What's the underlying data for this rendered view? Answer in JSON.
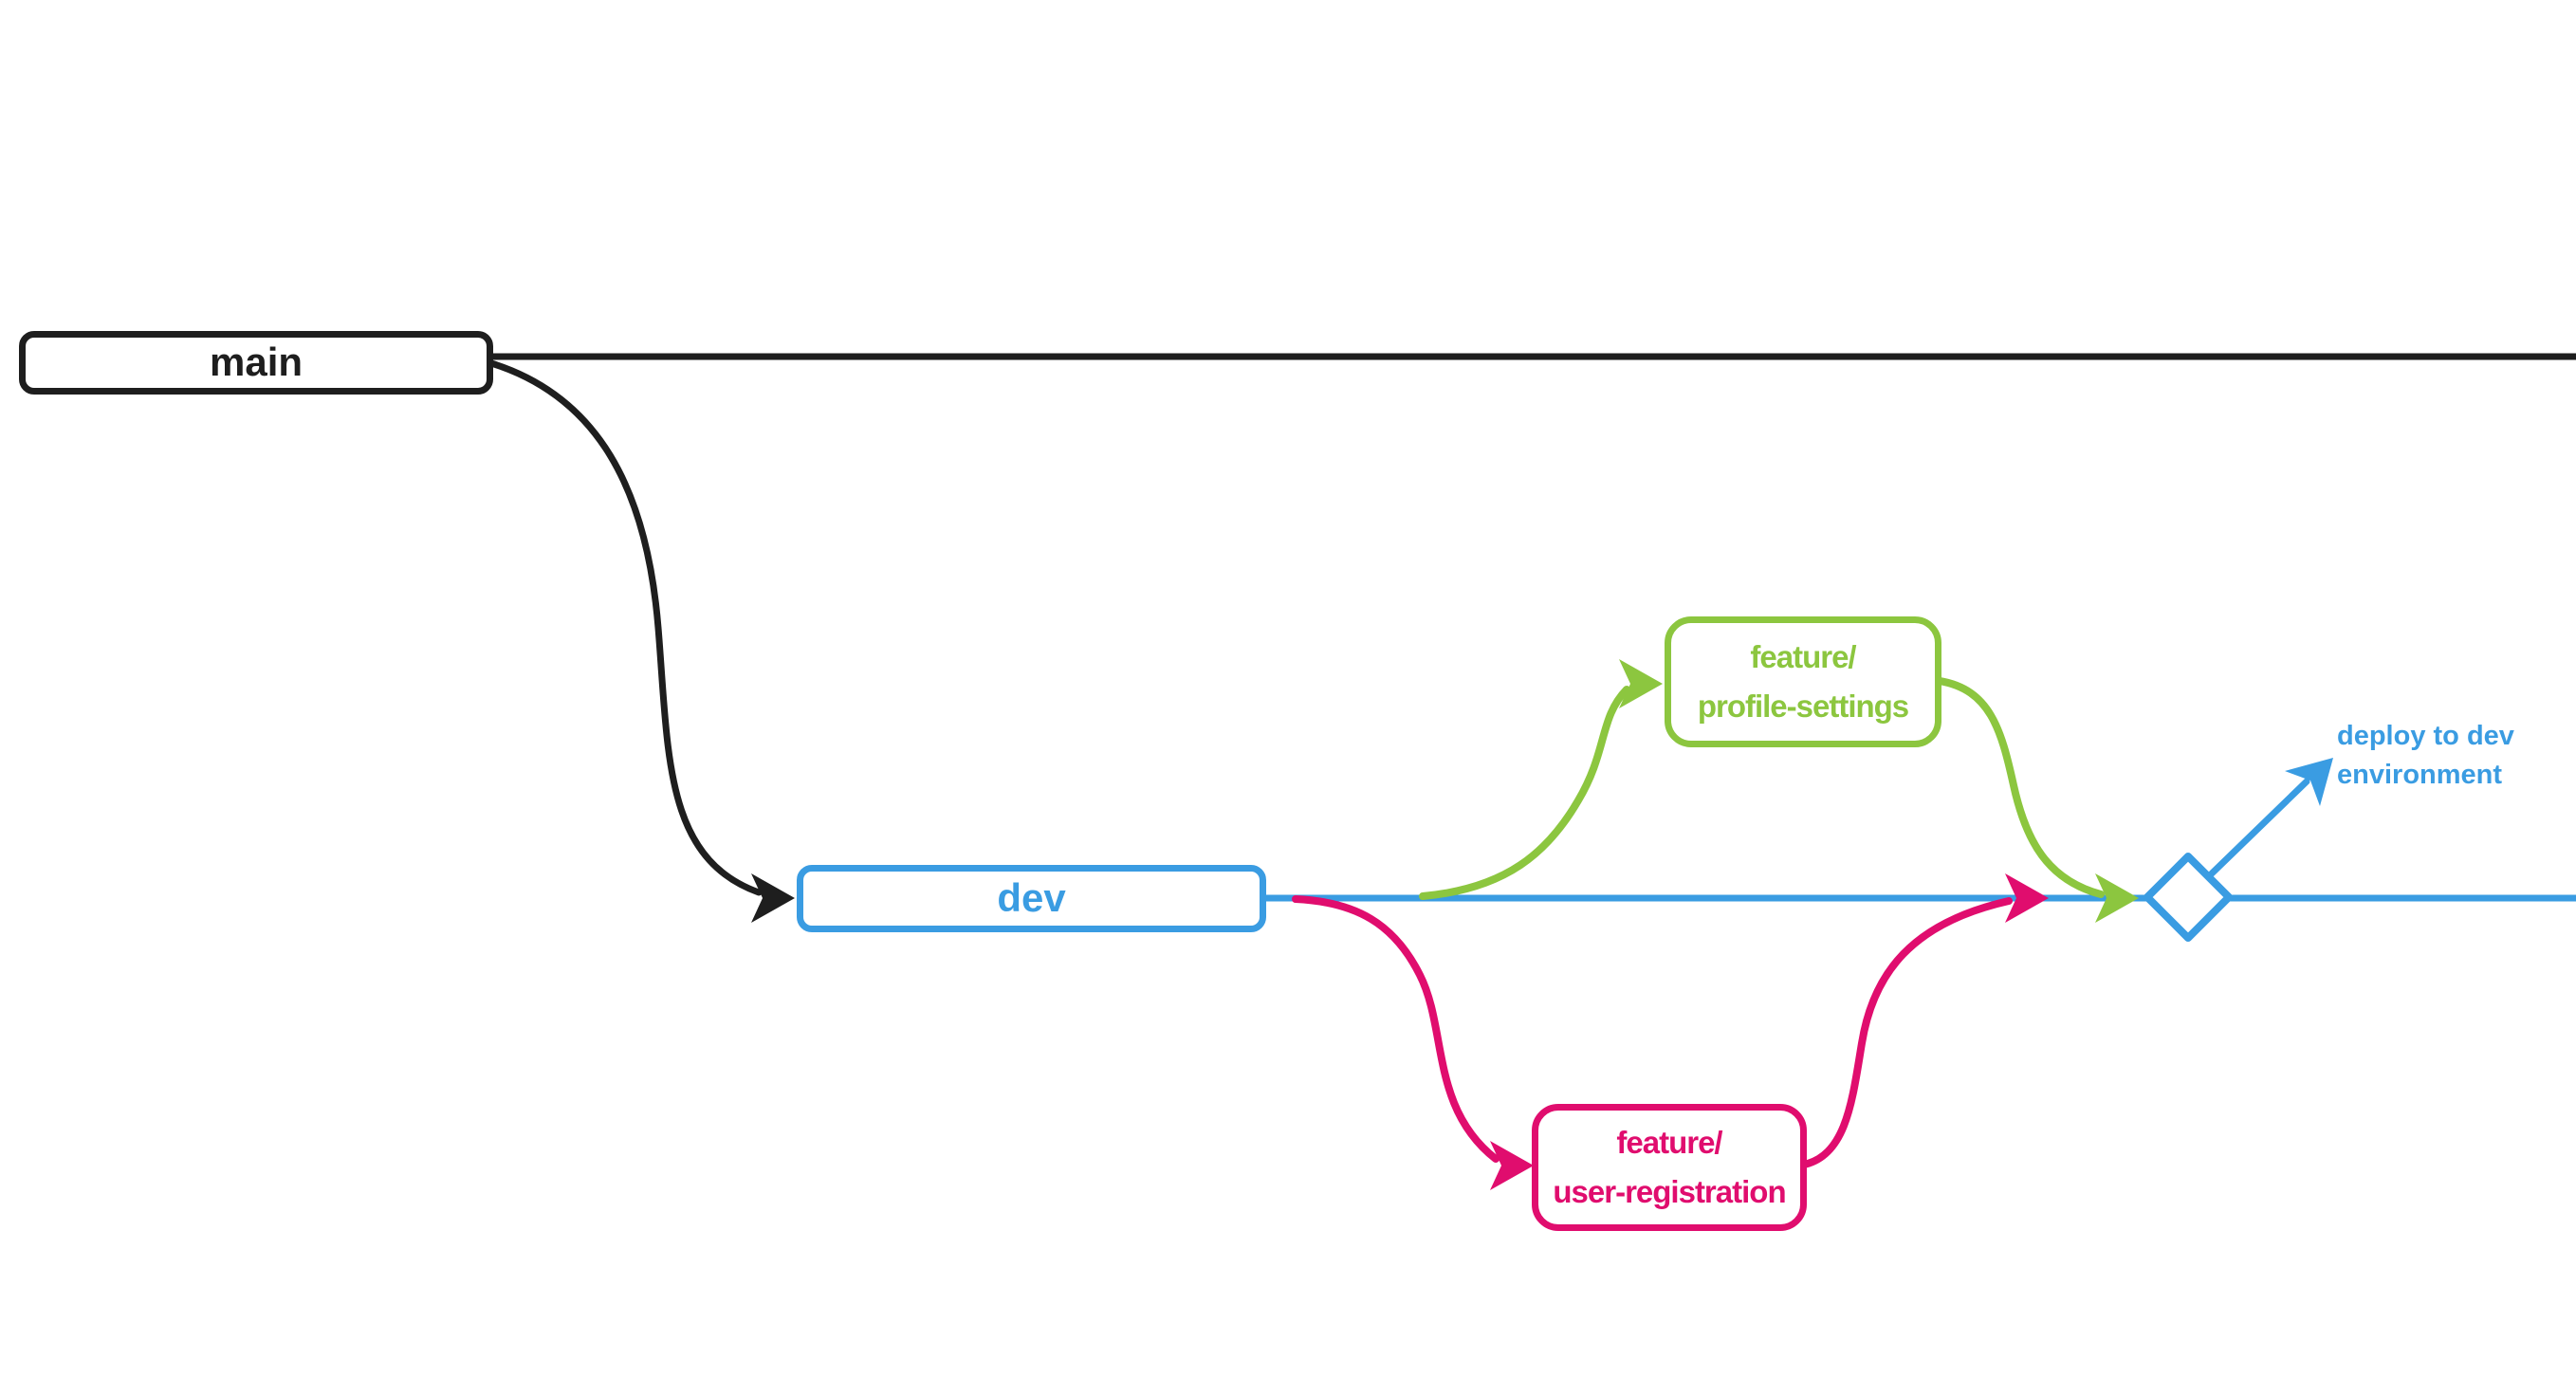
{
  "canvas": {
    "background": "#ffffff"
  },
  "colors": {
    "black": "#1e1e1e",
    "blue": "#3a9ce2",
    "green": "#8cc63f",
    "pink": "#e00d6e"
  },
  "nodes": {
    "main": {
      "label": "main"
    },
    "dev": {
      "label": "dev"
    },
    "feature_profile": {
      "line1": "feature/",
      "line2": "profile-settings"
    },
    "feature_user": {
      "line1": "feature/",
      "line2": "user-registration"
    }
  },
  "annotation": {
    "line1": "deploy to dev",
    "line2": "environment"
  },
  "edges": [
    {
      "from": "main",
      "to": "dev",
      "color": "black",
      "type": "branch-arrow"
    },
    {
      "from": "main",
      "to": "right-edge",
      "color": "black",
      "type": "branch-line-continuation"
    },
    {
      "from": "dev",
      "to": "feature/profile-settings",
      "color": "green",
      "type": "branch-arrow"
    },
    {
      "from": "feature/profile-settings",
      "to": "dev-line",
      "color": "green",
      "type": "merge-arrow"
    },
    {
      "from": "dev",
      "to": "feature/user-registration",
      "color": "pink",
      "type": "branch-arrow"
    },
    {
      "from": "feature/user-registration",
      "to": "dev-line",
      "color": "pink",
      "type": "merge-arrow"
    },
    {
      "from": "merge-diamond",
      "to": "deploy to dev environment",
      "color": "blue",
      "type": "annotation-arrow"
    },
    {
      "from": "dev",
      "to": "right-edge",
      "color": "blue",
      "type": "branch-line-continuation"
    }
  ]
}
